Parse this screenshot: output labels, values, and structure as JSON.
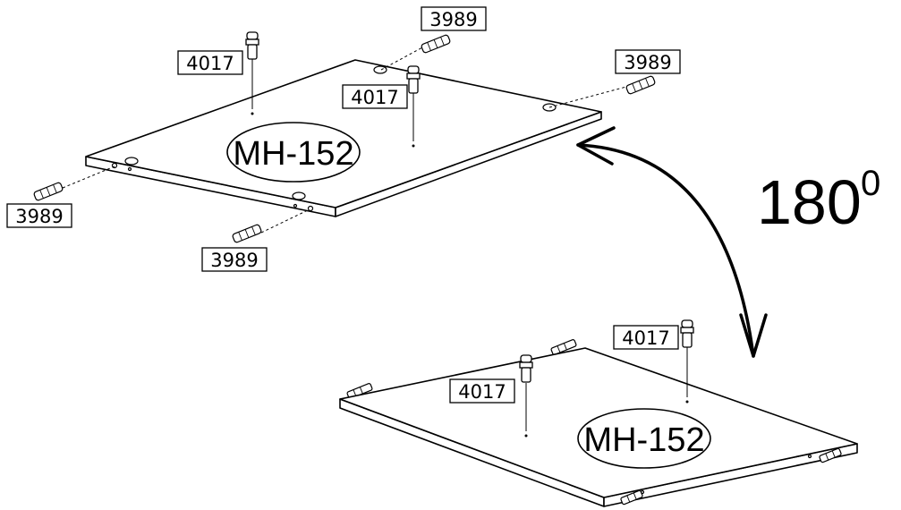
{
  "panel_code": "MH-152",
  "rotation": {
    "value": "180",
    "unit": "0"
  },
  "parts": {
    "dowel_code": "3989",
    "pin_code": "4017"
  },
  "callouts_top": [
    "3989",
    "4017",
    "4017",
    "3989",
    "3989",
    "3989"
  ],
  "callouts_bottom": [
    "4017",
    "4017"
  ],
  "colors": {
    "line": "#000000",
    "background": "#ffffff"
  }
}
